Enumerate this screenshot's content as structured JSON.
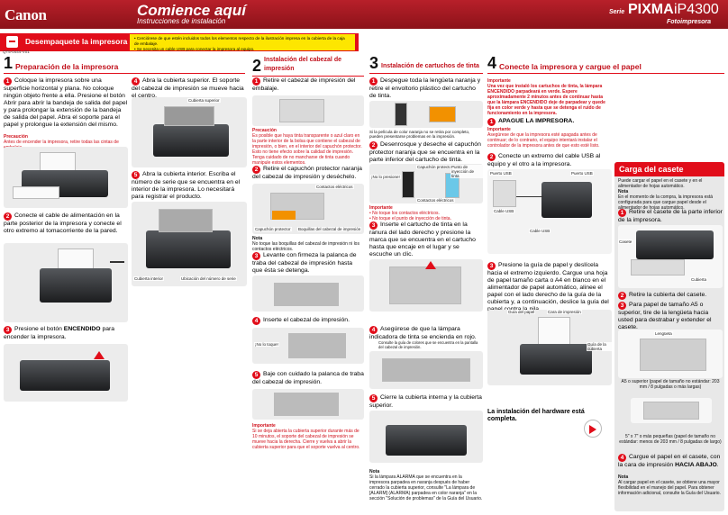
{
  "header": {
    "logo": "Canon",
    "title": "Comience aquí",
    "subtitle": "Instrucciones de instalación",
    "series": "Serie",
    "brand": "PIXMA",
    "model": "iP4300",
    "product_type": "Fotoimpresora"
  },
  "unpack": {
    "label": "Desempaquete la impresora",
    "notes": [
      "• Cerciórese de que estén incluidos todos los elementos respecto de la ilustración impresa en la cubierta de la caja de embalaje.",
      "• Se necesita un cable USB para conectar la impresora al equipo."
    ]
  },
  "doc_code": "QT5-0444-V01",
  "sections": {
    "s1": {
      "num": "1",
      "title": "Preparación de la impresora"
    },
    "s2": {
      "num": "2",
      "title": "Instalación del cabezal de impresión"
    },
    "s3": {
      "num": "3",
      "title": "Instalación de cartuchos de tinta"
    },
    "s4": {
      "num": "4",
      "title": "Conecte la impresora y cargue el papel"
    }
  },
  "col1": {
    "step1": "Coloque la impresora sobre una superficie horizontal y plana. No coloque ningún objeto frente a ella. Presione el botón Abrir para abrir la bandeja de salida del papel y para prolongar la extensión de la bandeja de salida del papel. Abra el soporte para el papel y prolongue la extensión del mismo.",
    "caution_h": "Precaución",
    "caution": "Antes de encender la impresora, retire todas las cintas de embalaje.",
    "step2": "Conecte el cable de alimentación en la parte posterior de la impresora y conecte el otro extremo al tomacorriente de la pared.",
    "step3a": "Presione el botón ",
    "step3b": "ENCENDIDO",
    "step3c": " para encender la impresora."
  },
  "col1b": {
    "step4": "Abra la cubierta superior. El soporte del cabezal de impresión se mueve hacia el centro.",
    "cap_top": "Cubierta superior",
    "step5": "Abra la cubierta interior. Escriba el número de serie que se encuentra en el interior de la impresora. Lo necesitará para registrar el producto.",
    "cap_inner": "Cubierta interior",
    "cap_serial": "Ubicación del número de serie"
  },
  "col2": {
    "step1": "Retire el cabezal de impresión del embalaje.",
    "caution_h": "Precaución",
    "caution": "Es posible que haya tinta transparente o azul claro en la parte interior de la bolsa que contiene el cabezal de impresión, o bien, en el interior del capuchón protector. Esto no tiene efecto sobre la calidad de impresión. Tenga cuidado de no mancharse de tinta cuando manipule estos elementos.",
    "step2": "Retire el capuchón protector naranja del cabezal de impresión y deséchelo.",
    "cap_contacts": "Contactos eléctricos",
    "cap_cap": "Capuchón protector",
    "cap_nozzles": "Boquillas del cabezal de impresión",
    "note_h": "Nota",
    "note": "No toque las boquillas del cabezal de impresión ni los contactos eléctricos.",
    "step3": "Levante con firmeza la palanca de traba del cabezal de impresión hasta que ésta se detenga.",
    "step4": "Inserte el cabezal de impresión.",
    "cap_push": "¡No lo toque!",
    "step5": "Baje con cuidado la palanca de traba del cabezal de impresión.",
    "imp_h": "Importante",
    "imp": "Si se deja abierta la cubierta superior durante más de 10 minutos, el soporte del cabezal de impresión se mueve hacia la derecha. Cierre y vuelva a abrir la cubierta superior para que el soporte vuelva al centro."
  },
  "col3": {
    "step1": "Despegue toda la lengüeta naranja y retire el envoltorio plástico del cartucho de tinta.",
    "cap_tab": "Si la película de color naranja no se retira por completo, pueden presentarse problemas en la impresión.",
    "step2": "Desenrosque y deseche el capuchón protector naranja que se encuentra en la parte inferior del cartucho de tinta.",
    "cap_notouch": "¡No lo presione!",
    "cap_capuchon": "Capuchón protector",
    "cap_ink": "Punto de inyección de tinta",
    "cap_contacts": "Contactos eléctricos",
    "imp_h": "Importante",
    "imp1": "• No toque los contactos eléctricos.",
    "imp2": "• No toque el punto de inyección de tinta.",
    "step3": "Inserte el cartucho de tinta en la ranura del lado derecho y presione la marca   que se encuentra en el cartucho hasta que encaje en el lugar y se escuche un clic.",
    "step4": "Asegúrese de que la lámpara indicadora de tinta se encienda en rojo.",
    "cap_lamp": "Consulte la guía de colores que se encuentra en la pantalla del cabezal de impresión.",
    "step5": "Cierre la cubierta interna y la cubierta superior.",
    "note_h": "Nota",
    "note": "Si la lámpara ALARMA que se encuentra en la impresora parpadea en naranja después de haber cerrado la cubierta superior, consulte \"La lámpara de [ALARM] (ALARMA) parpadea en color naranja\" en la sección \"Solución de problemas\" de la Guía del Usuario."
  },
  "col4": {
    "imp_h": "Importante",
    "imp": "Una vez que instaló los cartuchos de tinta, la lámpara ENCENDIDO parpadeará en verde. Espere aproximadamente 2 minutos antes de continuar hasta que la lámpara ENCENDIDO deje de parpadear y quede fija en color verde y hasta que se detenga el ruido de funcionamiento en la impresora.",
    "step1": "APAGUE LA IMPRESORA.",
    "imp2_h": "Importante",
    "imp2": "Asegúrese de que la impresora esté apagada antes de continuar; de lo contrario, el equipo intentará instalar el controlador de la impresora antes de que esto esté listo.",
    "step2": "Conecte un extremo del cable USB al equipo y el otro a la impresora.",
    "cap_usb1": "Puerto USB",
    "cap_cable": "Cable USB",
    "cap_usb2": "Puerto USB",
    "cap_cable2": "Cable USB",
    "step3": "Presione la guía de papel y deslícela hacia el extremo izquierdo. Cargue una hoja de papel tamaño carta o A4 en blanco en el alimentador de papel automático, alinee el papel con el lado derecho de la guía de la cubierta y, a continuación, deslice la guía del papel contra la pila.",
    "cap_guide": "Guía del papel",
    "cap_face": "Cara de impresión",
    "cap_cover_guide": "Guía de la cubierta",
    "done": "La instalación del hardware está completa."
  },
  "cassette": {
    "title": "Carga del casete",
    "intro": "Puede cargar el papel en el casete y en el alimentador de hojas automático.",
    "note_h": "Nota",
    "note": "En el momento de la compra, la impresora está configurada para que cargue papel desde el alimentador de hojas automático.",
    "step1": "Retire el casete de la parte inferior de la impresora.",
    "cap_casete": "Casete",
    "cap_cubierta": "Cubierta",
    "step2": "Retire la cubierta del casete.",
    "step3": "Para papel de tamaño A5 o superior, tire de la lengüeta hacia usted para destrabar y extender el casete.",
    "cap_lengueta": "Lengüeta",
    "size1": "A5 o superior (papel de tamaño no estándar: 203 mm / 8 pulgadas o más largas)",
    "size2": "5\" x 7\" o más pequeñas (papel de tamaño no estándar: menos de 203 mm / 8 pulgadas de largo)",
    "step4a": "Cargue el papel en el casete, con la cara de impresión ",
    "step4b": "HACIA ABAJO",
    "step4c": ".",
    "note2_h": "Nota",
    "note2": "Al cargar papel en el casete, se obtiene una mayor flexibilidad en el manejo del papel. Para obtener información adicional, consulte la Guía del Usuario."
  }
}
